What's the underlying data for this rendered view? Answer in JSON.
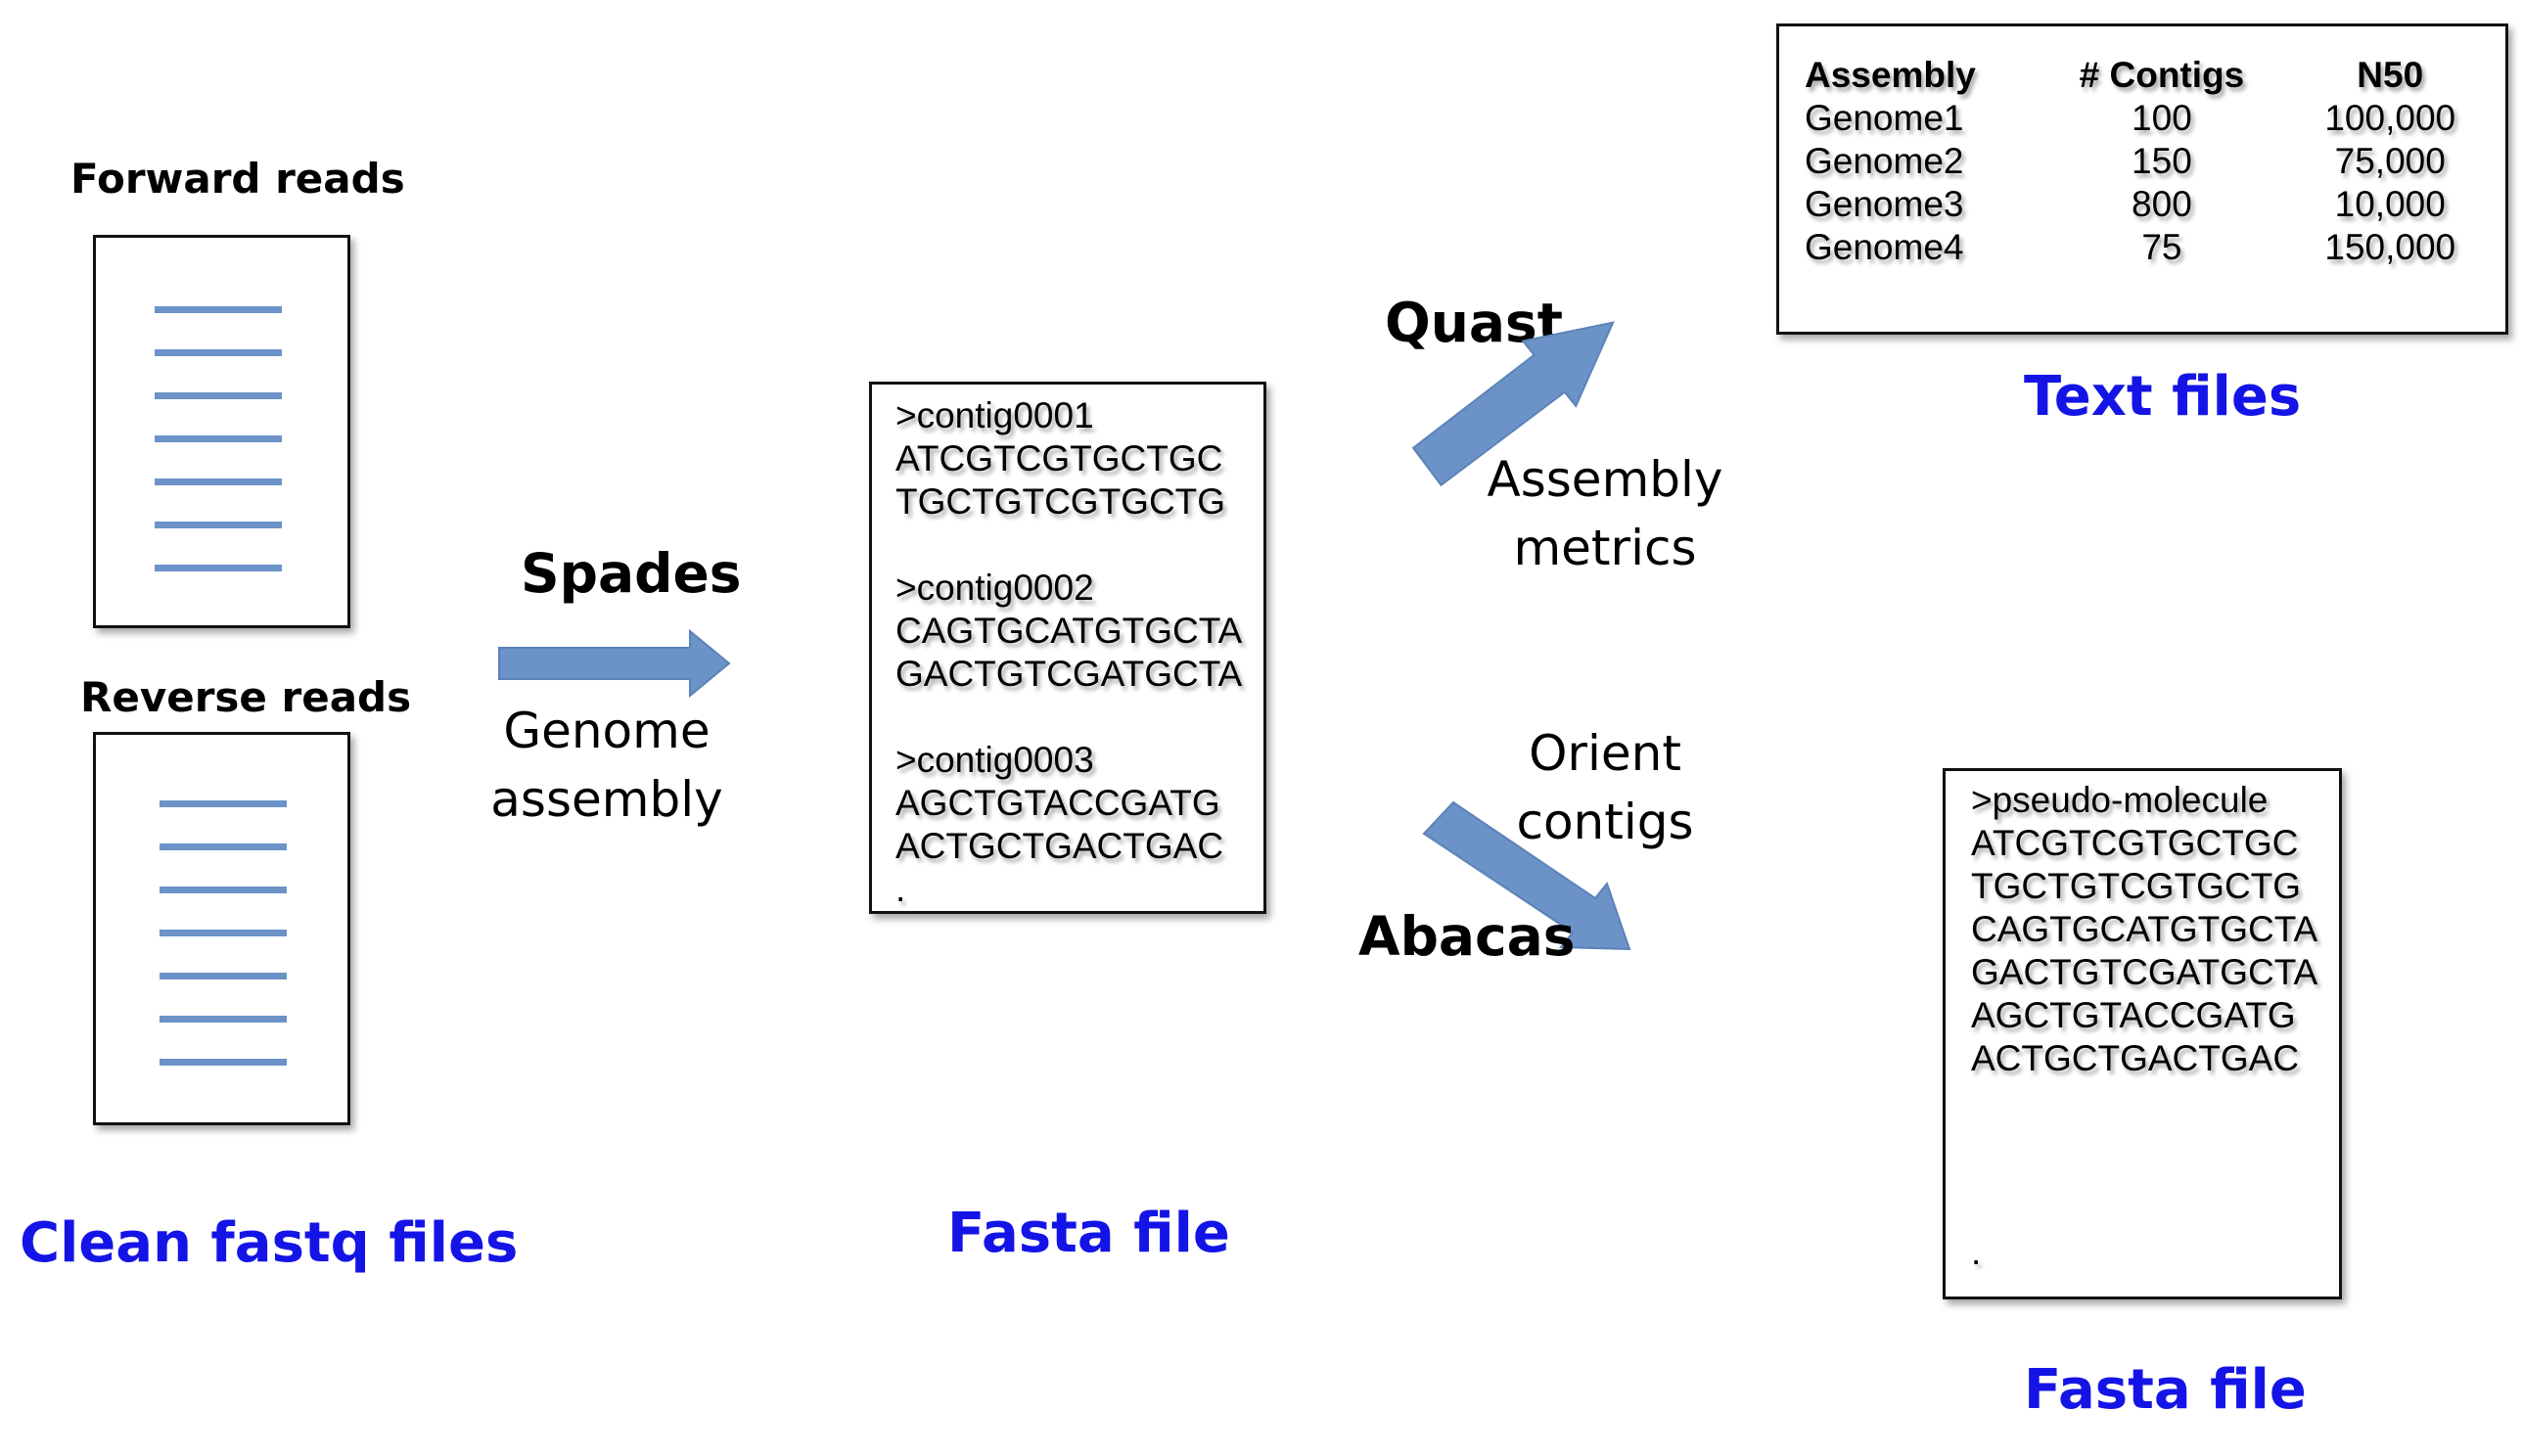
{
  "input": {
    "forward_label": "Forward reads",
    "reverse_label": "Reverse reads",
    "caption": "Clean fastq files"
  },
  "step_spades": {
    "tool": "Spades",
    "desc_line1": "Genome",
    "desc_line2": "assembly"
  },
  "fasta_contigs": {
    "lines": [
      ">contig0001",
      "ATCGTCGTGCTGC",
      "TGCTGTCGTGCTG",
      "",
      ">contig0002",
      "CAGTGCATGTGCTA",
      "GACTGTCGATGCTA",
      "",
      ">contig0003",
      "AGCTGTACCGATG",
      "ACTGCTGACTGAC",
      "."
    ],
    "caption": "Fasta file"
  },
  "step_quast": {
    "tool": "Quast",
    "desc_line1": "Assembly",
    "desc_line2": "metrics"
  },
  "metrics_table": {
    "headers": [
      "Assembly",
      "# Contigs",
      "N50"
    ],
    "rows": [
      [
        "Genome1",
        "100",
        "100,000"
      ],
      [
        "Genome2",
        "150",
        "75,000"
      ],
      [
        "Genome3",
        "800",
        "10,000"
      ],
      [
        "Genome4",
        "75",
        "150,000"
      ]
    ],
    "caption": "Text files"
  },
  "step_abacas": {
    "tool": "Abacas",
    "desc_line1": "Orient",
    "desc_line2": "contigs"
  },
  "fasta_pseudo": {
    "lines": [
      ">pseudo-molecule",
      "ATCGTCGTGCTGC",
      "TGCTGTCGTGCTG",
      "CAGTGCATGTGCTA",
      "GACTGTCGATGCTA",
      "AGCTGTACCGATG",
      "ACTGCTGACTGAC"
    ],
    "end_mark": ".",
    "caption": "Fasta file"
  },
  "colors": {
    "caption_blue": "#1414e6",
    "arrow_fill": "#6b93c7",
    "read_line": "#6b93c7"
  }
}
